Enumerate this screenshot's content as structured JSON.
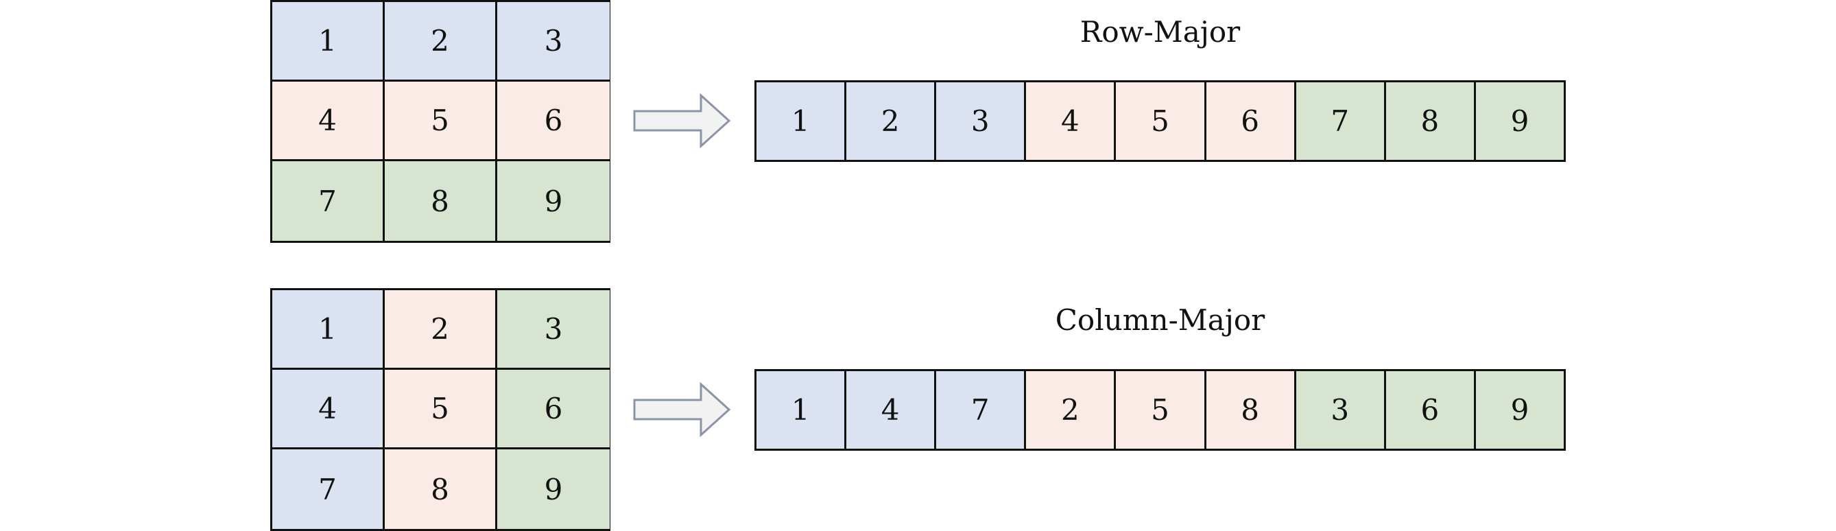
{
  "row_major": {
    "title": "Row-Major",
    "matrix": [
      [
        "1",
        "2",
        "3"
      ],
      [
        "4",
        "5",
        "6"
      ],
      [
        "7",
        "8",
        "9"
      ]
    ],
    "matrix_colors": [
      [
        "blue",
        "blue",
        "blue"
      ],
      [
        "pink",
        "pink",
        "pink"
      ],
      [
        "green",
        "green",
        "green"
      ]
    ],
    "sequence": [
      "1",
      "2",
      "3",
      "4",
      "5",
      "6",
      "7",
      "8",
      "9"
    ],
    "sequence_colors": [
      "blue",
      "blue",
      "blue",
      "pink",
      "pink",
      "pink",
      "green",
      "green",
      "green"
    ]
  },
  "column_major": {
    "title": "Column-Major",
    "matrix": [
      [
        "1",
        "2",
        "3"
      ],
      [
        "4",
        "5",
        "6"
      ],
      [
        "7",
        "8",
        "9"
      ]
    ],
    "matrix_colors": [
      [
        "blue",
        "pink",
        "green"
      ],
      [
        "blue",
        "pink",
        "green"
      ],
      [
        "blue",
        "pink",
        "green"
      ]
    ],
    "sequence": [
      "1",
      "4",
      "7",
      "2",
      "5",
      "8",
      "3",
      "6",
      "9"
    ],
    "sequence_colors": [
      "blue",
      "blue",
      "blue",
      "pink",
      "pink",
      "pink",
      "green",
      "green",
      "green"
    ]
  },
  "colors": {
    "blue": "#dbe3f3",
    "pink": "#fbebe7",
    "green": "#d7e4cf",
    "arrow_fill": "#f2f2f2",
    "arrow_stroke": "#8a94a6"
  }
}
